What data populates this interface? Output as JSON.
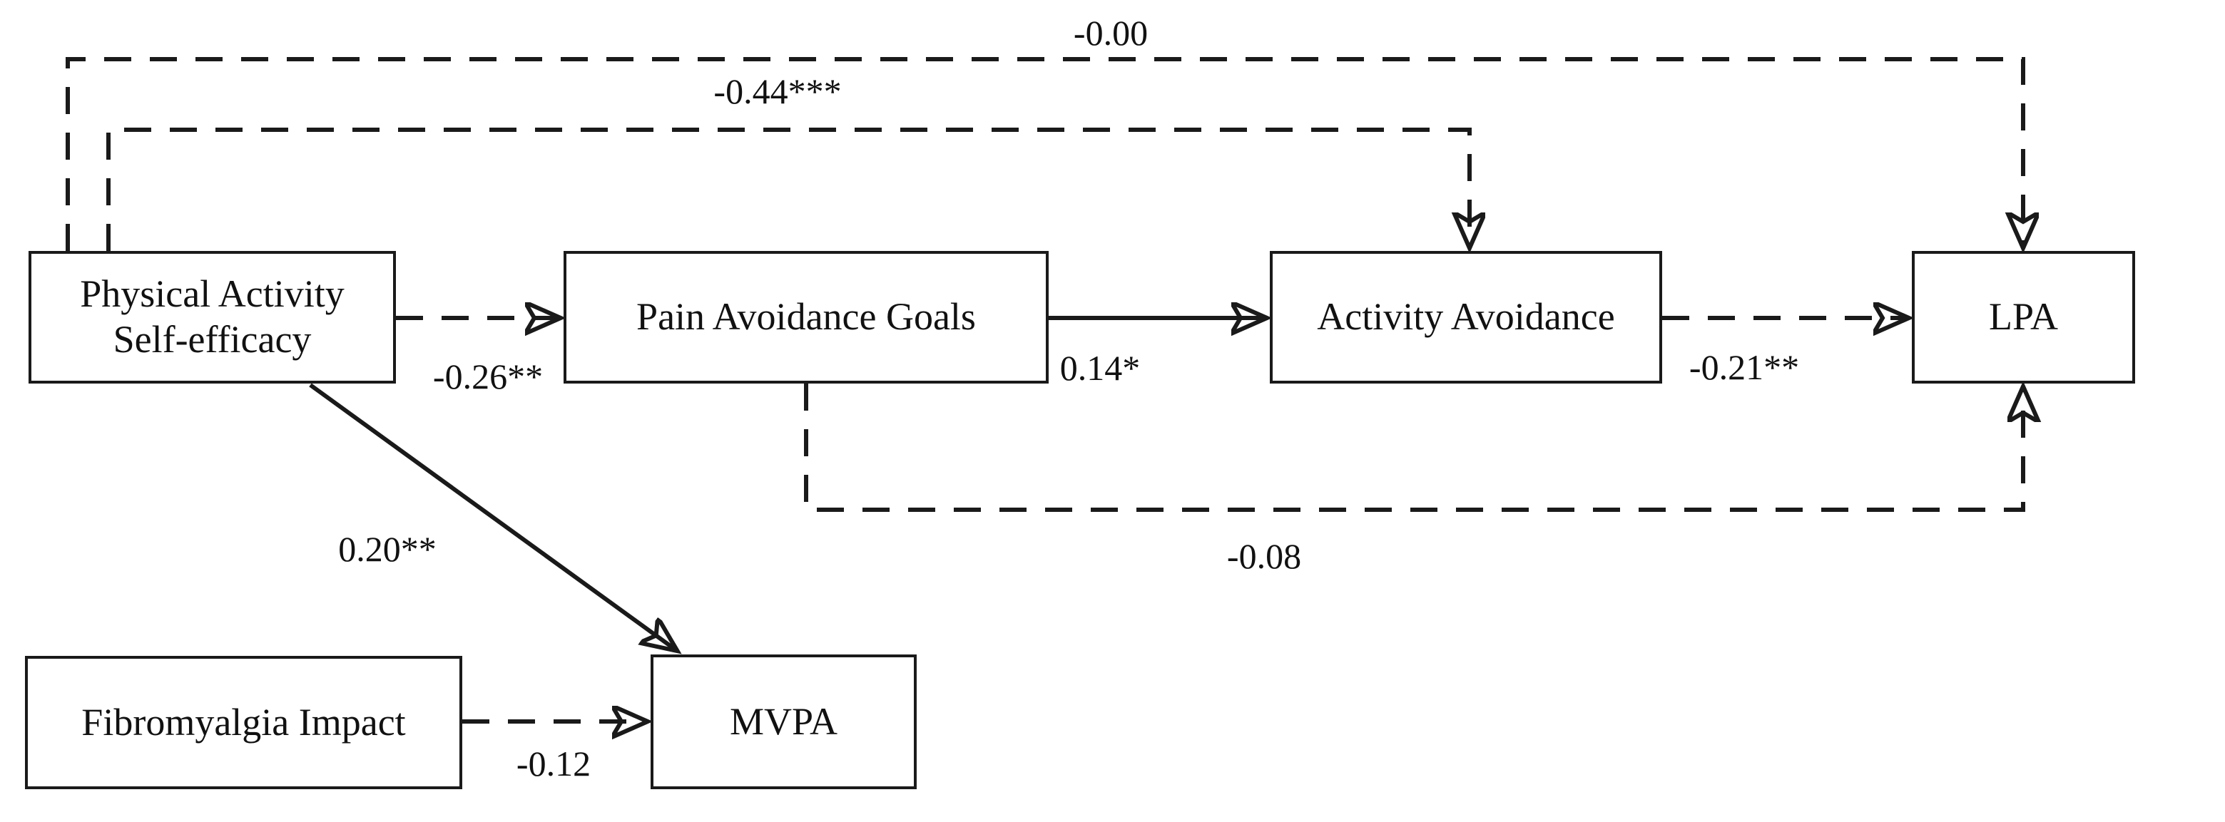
{
  "figure": {
    "background": "#ffffff",
    "line_color": "#1a1a1a"
  },
  "nodes": {
    "physical_activity_self_efficacy": {
      "line1": "Physical Activity",
      "line2": "Self-efficacy"
    },
    "pain_avoidance_goals": {
      "label": "Pain Avoidance Goals"
    },
    "activity_avoidance": {
      "label": "Activity Avoidance"
    },
    "lpa": {
      "label": "LPA"
    },
    "fibromyalgia_impact": {
      "label": "Fibromyalgia Impact"
    },
    "mvpa": {
      "label": "MVPA"
    }
  },
  "coefficients": {
    "pase_to_lpa_direct": {
      "label": "-0.00",
      "style": "dashed"
    },
    "pase_to_activity_avoidance": {
      "label": "-0.44***",
      "style": "dashed"
    },
    "pase_to_pain_avoidance_goals": {
      "label": "-0.26**",
      "style": "dashed"
    },
    "pain_avoidance_goals_to_activity_avoidance": {
      "label": "0.14*",
      "style": "solid"
    },
    "activity_avoidance_to_lpa": {
      "label": "-0.21**",
      "style": "dashed"
    },
    "pain_avoidance_goals_to_lpa": {
      "label": "-0.08",
      "style": "dashed"
    },
    "pase_to_mvpa": {
      "label": "0.20**",
      "style": "solid"
    },
    "fibromyalgia_impact_to_mvpa": {
      "label": "-0.12",
      "style": "dashed"
    }
  }
}
